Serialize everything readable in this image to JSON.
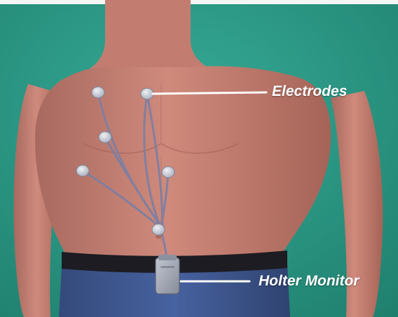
{
  "labels": {
    "electrodes": "Electrodes",
    "holter_monitor": "Holter Monitor"
  },
  "colors": {
    "background_teal": "#2e9a86",
    "skin": "#c98577",
    "electrode_pad": "#c9ccd6",
    "lead_wire": "#7b7fa4",
    "belt": "#1c1c22",
    "trousers": "#3f588e",
    "monitor_device": "#a7acb8",
    "callout_line": "#ffffff"
  },
  "icons": {
    "illustration": "human-torso-with-holter-monitor",
    "electrode": "electrode-pad-icon",
    "monitor": "holter-monitor-device-icon"
  }
}
